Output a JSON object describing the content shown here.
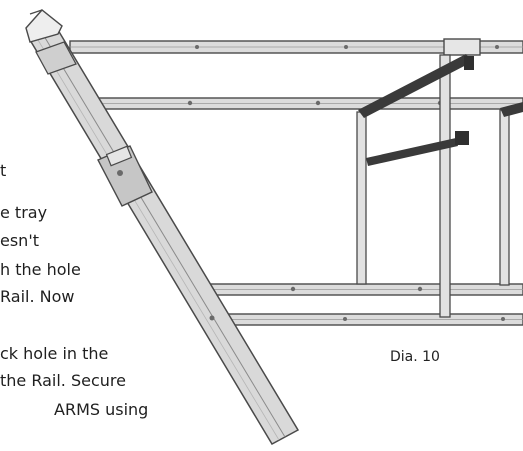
{
  "instruction_fragments": [
    "t",
    "e tray",
    "esn't",
    "h the hole",
    "Rail. Now",
    "ck hole in the",
    "the Rail. Secure",
    "ARMS using"
  ],
  "caption": "Dia. 10",
  "colors": {
    "frame_outline": "#4a4a4a",
    "frame_fill": "#d9d9d9",
    "dark_bar": "#3a3a3a",
    "bolt": "#6a6a6a",
    "text": "#1f1f1f"
  }
}
